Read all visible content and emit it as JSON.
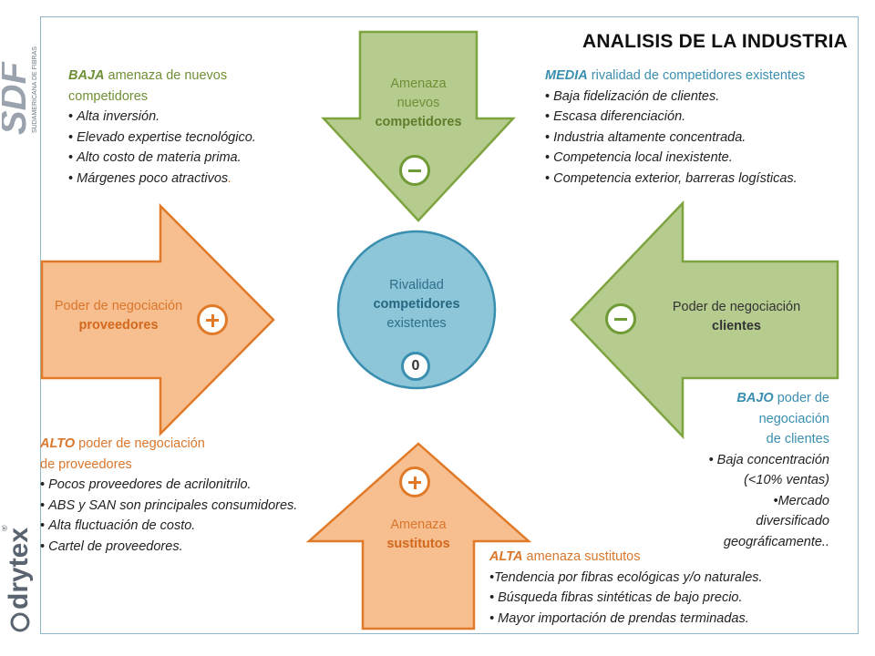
{
  "title": "ANALISIS DE LA INDUSTRIA",
  "logos": {
    "top_brand": "SDF",
    "top_sub": "SUDAMERICANA DE FIBRAS",
    "bottom_brand": "drytex",
    "bottom_mark": "®"
  },
  "forces": {
    "new_entrants": {
      "line1": "Amenaza",
      "line2": "nuevos",
      "line3": "competidores",
      "sign": "minus",
      "color": "#b5cc8e"
    },
    "rivalry": {
      "line1": "Rivalidad",
      "line2": "competidores",
      "line3": "existentes",
      "score": "0",
      "color": "#8ec6d9"
    },
    "suppliers": {
      "line1": "Poder de negociación",
      "line2": "proveedores",
      "sign": "plus",
      "color": "#f7be8f"
    },
    "customers": {
      "line1": "Poder de negociación",
      "line2": "clientes",
      "sign": "minus",
      "color": "#b5cc8e"
    },
    "substitutes": {
      "line1": "Amenaza",
      "line2": "sustitutos",
      "sign": "plus",
      "color": "#f7be8f"
    }
  },
  "notes": {
    "new_entrants": {
      "level": "BAJA",
      "head_rest": " amenaza de nuevos",
      "head_line2": "competidores",
      "items": [
        "Alta inversión.",
        "Elevado expertise tecnológico.",
        "Alto costo de materia prima.",
        "Márgenes poco atractivos"
      ],
      "tail": "."
    },
    "rivalry": {
      "level": "MEDIA",
      "head_rest": " rivalidad de competidores existentes",
      "items": [
        "Baja fidelización de clientes.",
        "Escasa diferenciación.",
        " Industria altamente concentrada.",
        "Competencia local  inexistente.",
        "Competencia exterior, barreras logísticas."
      ]
    },
    "customers": {
      "level": "BAJO",
      "head_rest": "  poder de",
      "head_line2": "negociación",
      "head_line3": "de clientes",
      "items": [
        "Baja concentración",
        "(<10% ventas)",
        "•Mercado",
        "diversificado",
        "geográficamente.."
      ]
    },
    "suppliers": {
      "level": "ALTO",
      "head_rest": "  poder de negociación",
      "head_line2": "de proveedores",
      "items": [
        "Pocos proveedores de acrilonitrilo.",
        "ABS y SAN son principales consumidores.",
        "Alta fluctuación de costo.",
        "Cartel de proveedores."
      ]
    },
    "substitutes": {
      "level": "ALTA",
      "head_rest": " amenaza sustitutos",
      "items": [
        "•Tendencia  por fibras ecológicas y/o naturales.",
        "Búsqueda fibras sintéticas de bajo precio.",
        "Mayor importación de prendas terminadas."
      ]
    }
  },
  "colors": {
    "green_fill": "#b5cc8e",
    "green_stroke": "#7ea440",
    "orange_fill": "#f7be8f",
    "orange_stroke": "#e07a28",
    "blue_fill": "#8ec6d9",
    "blue_stroke": "#3a8fb0"
  }
}
